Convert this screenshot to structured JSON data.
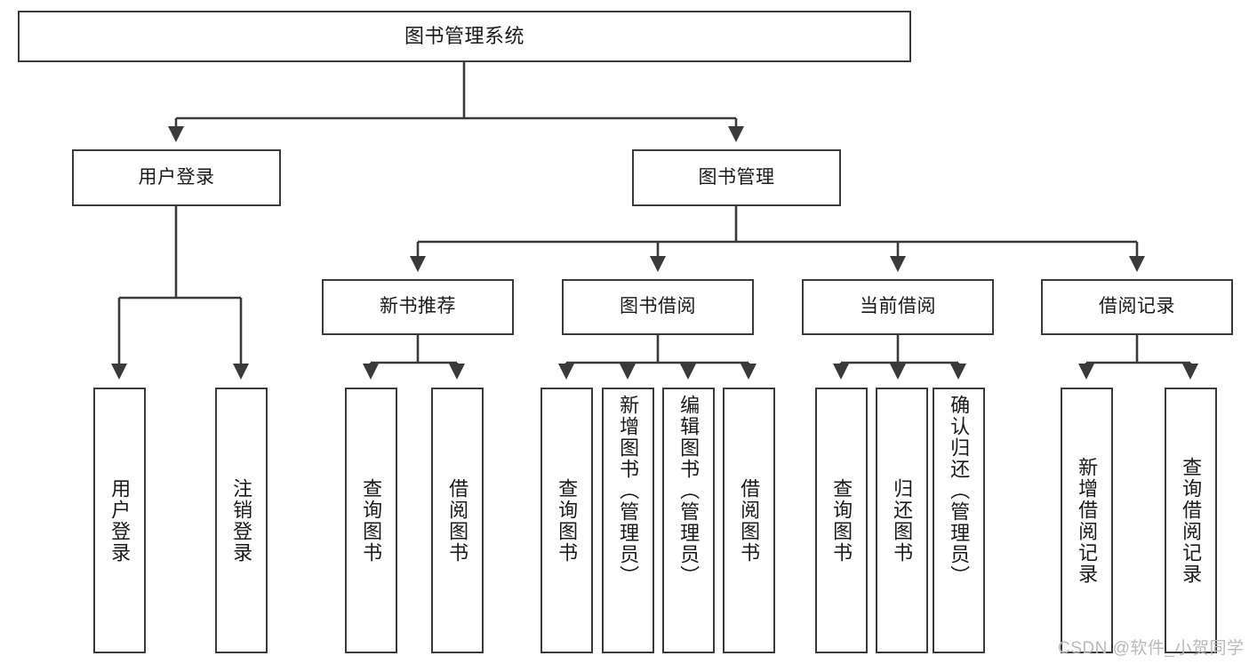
{
  "diagram": {
    "type": "tree",
    "title": "图书管理系统",
    "watermark": "CSDN @软件_小贺同学",
    "colors": {
      "node_border": "#3a3a3a",
      "node_fill": "#ffffff",
      "connector": "#3a3a3a",
      "text": "#1a1a1a",
      "watermark": "#b9b9b9",
      "background": "#ffffff"
    },
    "nodes": {
      "root": {
        "label": "图书管理系统"
      },
      "level2": [
        {
          "id": "user-login",
          "label": "用户登录"
        },
        {
          "id": "book-manage",
          "label": "图书管理"
        }
      ],
      "level3": [
        {
          "id": "new-book-rec",
          "label": "新书推荐"
        },
        {
          "id": "book-borrow",
          "label": "图书借阅"
        },
        {
          "id": "current-borrow",
          "label": "当前借阅"
        },
        {
          "id": "borrow-record",
          "label": "借阅记录"
        }
      ],
      "leaves": {
        "user-login": [
          {
            "id": "leaf-user-login",
            "label": "用户登录"
          },
          {
            "id": "leaf-logout",
            "label": "注销登录"
          }
        ],
        "new-book-rec": [
          {
            "id": "leaf-query-book-1",
            "label": "查询图书"
          },
          {
            "id": "leaf-borrow-book-1",
            "label": "借阅图书"
          }
        ],
        "book-borrow": [
          {
            "id": "leaf-query-book-2",
            "label": "查询图书"
          },
          {
            "id": "leaf-add-book",
            "label": "新增图书（管理员）"
          },
          {
            "id": "leaf-edit-book",
            "label": "编辑图书（管理员）"
          },
          {
            "id": "leaf-borrow-book-2",
            "label": "借阅图书"
          }
        ],
        "current-borrow": [
          {
            "id": "leaf-query-book-3",
            "label": "查询图书"
          },
          {
            "id": "leaf-return-book",
            "label": "归还图书"
          },
          {
            "id": "leaf-confirm-return",
            "label": "确认归还（管理员）"
          }
        ],
        "borrow-record": [
          {
            "id": "leaf-add-record",
            "label": "新增借阅记录"
          },
          {
            "id": "leaf-query-record",
            "label": "查询借阅记录"
          }
        ]
      }
    }
  }
}
